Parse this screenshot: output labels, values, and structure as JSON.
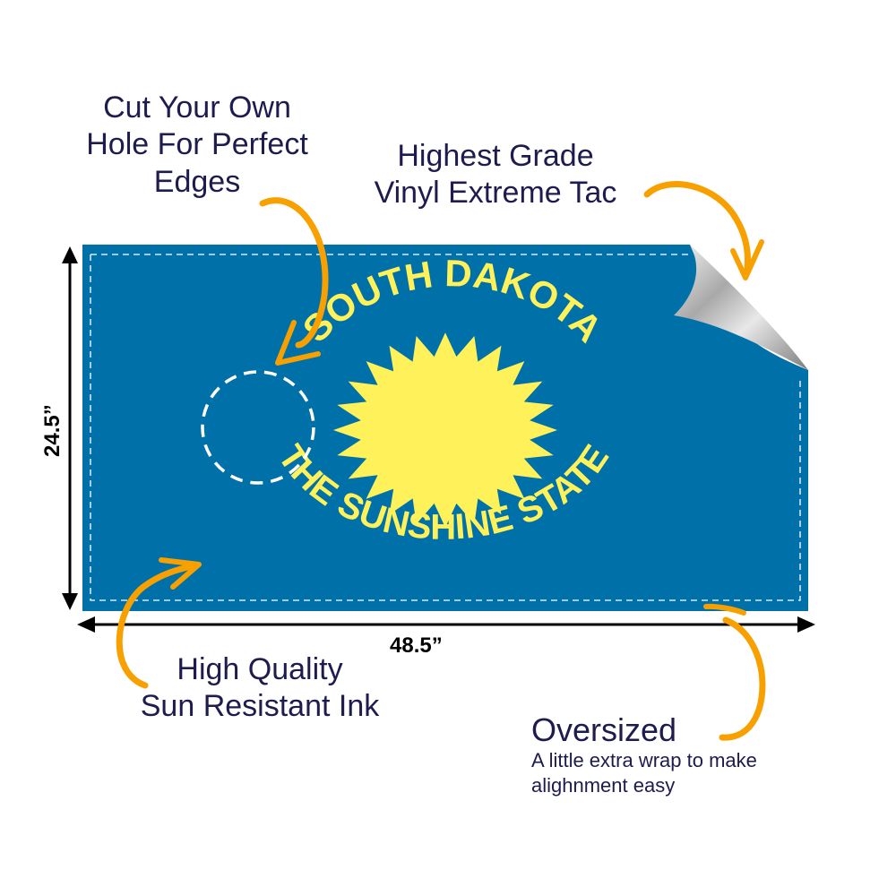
{
  "product": {
    "state_name": "SOUTH DAKOTA",
    "motto": "THE SUNSHINE STATE",
    "colors": {
      "banner_blue": "#0070a8",
      "sun_yellow": "#fff159",
      "text_navy": "#1e1b4f",
      "arrow_orange": "#f7a000",
      "dimension_black": "#000000",
      "cut_line_white": "#ffffff"
    }
  },
  "dimensions": {
    "height": "24.5”",
    "width": "48.5”"
  },
  "callouts": {
    "cut_hole": {
      "line1": "Cut Your Own",
      "line2": "Hole For Perfect",
      "line3": "Edges"
    },
    "vinyl": {
      "line1": "Highest Grade",
      "line2": "Vinyl Extreme Tac"
    },
    "ink": {
      "line1": "High Quality",
      "line2": "Sun Resistant Ink"
    },
    "oversized": {
      "title": "Oversized",
      "line1": "A little extra wrap to make",
      "line2": "alighnment easy"
    }
  },
  "icons": {
    "sun": "sun-icon",
    "hole": "dashed-circle-icon",
    "peel": "peeled-corner-icon",
    "arrows": "curved-arrow-icon"
  }
}
